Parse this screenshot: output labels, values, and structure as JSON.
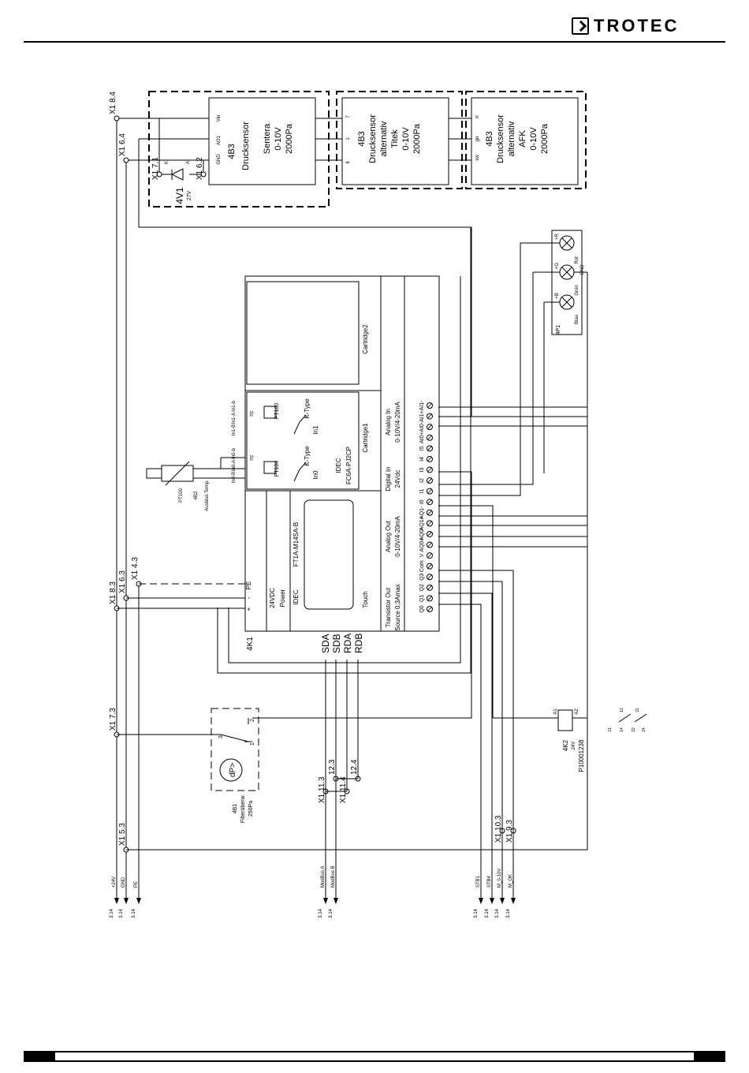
{
  "header": {
    "brand": "TROTEC",
    "logo_icon": "chevron-right-logo-icon"
  },
  "sensor_primary": {
    "id": "4B3",
    "type": "Drucksensor",
    "make": "Sentera",
    "range": "0-10V",
    "pressure": "2000Pa",
    "pins": {
      "vin": "Vin",
      "ao1": "AO1",
      "gnd": "GND"
    }
  },
  "sensor_alt1": {
    "id": "4B3",
    "type": "Drucksensor",
    "note": "alternativ",
    "make": "Titek",
    "range": "0-10V",
    "pressure": "2000Pa",
    "pins": {
      "p7": "7",
      "p1": "1",
      "p8": "8"
    }
  },
  "sensor_alt2": {
    "id": "4B3",
    "type": "Drucksensor",
    "note": "alternativ",
    "make": "AFK",
    "range": "0-10V",
    "pressure": "2000Pa",
    "pins": {
      "rt": "rt",
      "gn": "gn",
      "sw": "sw"
    }
  },
  "diode": {
    "id": "4V1",
    "rating": "27V",
    "k": "K",
    "a": "A"
  },
  "terminals": {
    "t84": "X1  8.4",
    "t64": "X1  6.4",
    "t71": "X1  7.1",
    "t62": "X1  6.2",
    "t83": "X1  8.3",
    "t63": "X1  6.3",
    "t43": "X1  4.3",
    "t73": "X1  7.3",
    "t53": "X1  5.3",
    "t113": "X1  11.3",
    "t123": "12.3",
    "t114": "X1  11.4",
    "t124": "12.4",
    "t103": "X1  10.3",
    "t93": "X1  9.3"
  },
  "plc": {
    "id": "4K1",
    "model": "FT1A-M14SA-B",
    "brand": "IDEC",
    "power": "Power",
    "vdc": "24VDC",
    "touch": "Touch",
    "cartridge1": "Cartridge1",
    "cartridge2": "Cartridge2",
    "cart_model": "FC6A-PJ2CP",
    "cart_brand": "IDEC",
    "power_terms": [
      "+",
      "-",
      "PE"
    ],
    "comm": [
      "SDA",
      "SDB",
      "RDA",
      "RDB"
    ],
    "transistor_out": "Transistor Out",
    "source": "Source 0,3Amax",
    "analog_out": "Analog Out",
    "analog_out_range": "0-10V/4-20mA",
    "digital_in": "Digital In",
    "digital_in_volt": "24Vdc",
    "analog_in": "Analog In",
    "analog_in_range": "0-10V/4-20mA",
    "terms": [
      "Q0",
      "Q1",
      "Q2",
      "Q3",
      "Com",
      "V",
      "AQ0+",
      "AQ0-",
      "AQ1+",
      "AQ1-",
      "I0",
      "I1",
      "I2",
      "I3",
      "I4",
      "I5",
      "AI0+",
      "AI0-",
      "AI1+",
      "AI1-"
    ],
    "wire_labels": [
      "Q0",
      "Q1",
      "Q2",
      "Q3",
      "AQ0+",
      "AQ0-",
      "AQ1+",
      "AQ1-",
      "I2",
      "I3",
      "I4",
      "I5",
      "AI0+",
      "AI0-",
      "AI1+",
      "AI1-"
    ],
    "in0": "In0",
    "in1": "In1",
    "pt100": "PT100",
    "ktype": "K-Type",
    "nc": "nc",
    "inlabels": [
      "In0-A",
      "In0-b",
      "In0-B",
      "In1-A",
      "In1-b",
      "In1-B"
    ]
  },
  "temp_sensor": {
    "type": "PT100",
    "id": "4B2",
    "desc": "Ausblas Temp."
  },
  "pressure_switch": {
    "symbol": "dP>",
    "id": "4B1",
    "desc": "Filterüberw.",
    "range": "250Pa",
    "contacts": [
      "1",
      "2",
      "3"
    ]
  },
  "lamp": {
    "id": "4P1",
    "r": "+R",
    "g": "+G",
    "b": "+B",
    "rot": "Rot",
    "gruen": "Grün",
    "blau": "Blau",
    "gnd": "GND"
  },
  "relay": {
    "id": "4K2",
    "volt": "24V",
    "part": "P10001238",
    "a1": "A1",
    "a2": "A2",
    "contacts": [
      "11",
      "12",
      "14",
      "21",
      "22",
      "24"
    ]
  },
  "outputs": {
    "p24v": "+24V",
    "gnd": "GND",
    "pe": "PE",
    "modbus_a": "ModBus A",
    "modbus_b": "ModBus B",
    "stb1": "STB1",
    "stb4": "STB4",
    "m010": "M_0-10V",
    "mok": "M_OK",
    "ref": "3.14"
  }
}
